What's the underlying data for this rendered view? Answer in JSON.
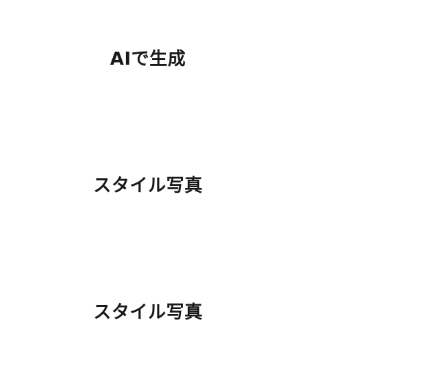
{
  "menu": {
    "items": [
      {
        "label": "AIで生成"
      },
      {
        "label": "スタイル写真"
      },
      {
        "label": "スタイル写真"
      }
    ]
  }
}
